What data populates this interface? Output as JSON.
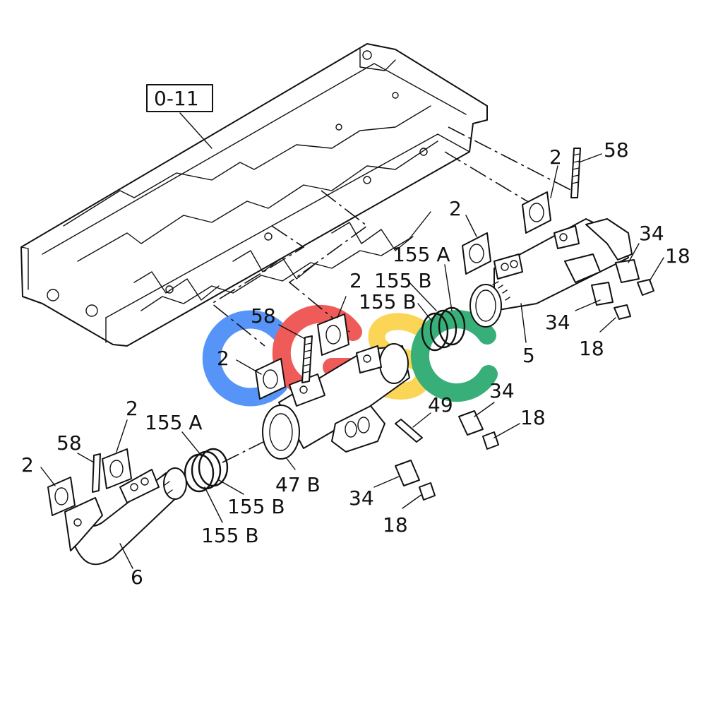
{
  "reference_box": "0-11",
  "watermark": {
    "letters": [
      "C",
      "G",
      "S",
      "C"
    ],
    "colors": [
      "#4f8ff7",
      "#ef5350",
      "#fbd34d",
      "#2eaa72"
    ]
  },
  "callouts": [
    {
      "id": "ref-2-a",
      "text": "2"
    },
    {
      "id": "ref-58-a",
      "text": "58"
    },
    {
      "id": "ref-2-b",
      "text": "2"
    },
    {
      "id": "ref-155a-a",
      "text": "155 A"
    },
    {
      "id": "ref-34-a",
      "text": "34"
    },
    {
      "id": "ref-18-a",
      "text": "18"
    },
    {
      "id": "ref-2-c",
      "text": "2"
    },
    {
      "id": "ref-155b-a",
      "text": "155 B"
    },
    {
      "id": "ref-155b-b",
      "text": "155 B"
    },
    {
      "id": "ref-34-b",
      "text": "34"
    },
    {
      "id": "ref-18-b",
      "text": "18"
    },
    {
      "id": "ref-5",
      "text": "5"
    },
    {
      "id": "ref-58-b",
      "text": "58"
    },
    {
      "id": "ref-2-d",
      "text": "2"
    },
    {
      "id": "ref-34-c",
      "text": "34"
    },
    {
      "id": "ref-18-c",
      "text": "18"
    },
    {
      "id": "ref-49",
      "text": "49"
    },
    {
      "id": "ref-155a-b",
      "text": "155 A"
    },
    {
      "id": "ref-2-e",
      "text": "2"
    },
    {
      "id": "ref-58-c",
      "text": "58"
    },
    {
      "id": "ref-2-f",
      "text": "2"
    },
    {
      "id": "ref-47b",
      "text": "47 B"
    },
    {
      "id": "ref-34-d",
      "text": "34"
    },
    {
      "id": "ref-155b-c",
      "text": "155 B"
    },
    {
      "id": "ref-155b-d",
      "text": "155 B"
    },
    {
      "id": "ref-18-d",
      "text": "18"
    },
    {
      "id": "ref-6",
      "text": "6"
    }
  ]
}
